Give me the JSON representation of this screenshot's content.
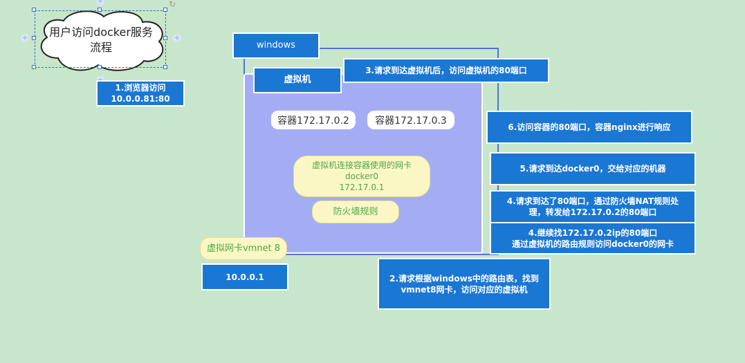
{
  "title": {
    "line1": "用户访问docker服务",
    "line2": "流程"
  },
  "windows_label": "windows",
  "vm_label": "虚拟机",
  "containers": [
    {
      "label": "容器172.17.0.2"
    },
    {
      "label": "容器172.17.0.3"
    }
  ],
  "docker0": {
    "line1": "虚拟机连接容器使用的网卡",
    "line2": "docker0",
    "line3": "172.17.0.1"
  },
  "firewall_label": "防火墙规则",
  "vmnet": {
    "label": "虚拟网卡vmnet 8",
    "ip": "10.0.0.1"
  },
  "steps": {
    "s1": {
      "line1": "1.浏览器访问",
      "line2": "10.0.0.81:80"
    },
    "s2": {
      "line1": "2.请求根据windows中的路由表，找到",
      "line2": "vmnet8网卡，访问对应的虚拟机"
    },
    "s3": {
      "line1": "3.请求到达虚拟机后，访问虚拟机的80端口"
    },
    "s4a": {
      "line1": "4.请求到达了80端口，通过防火墙NAT规则处",
      "line2": "理，转发给172.17.0.2的80端口"
    },
    "s4b": {
      "line1": "4.继续找172.17.0.2ip的80端口",
      "line2": "通过虚拟机的路由规则访问docker0的网卡"
    },
    "s5": {
      "line1": "5.请求到达docker0，交给对应的机器"
    },
    "s6": {
      "line1": "6.访问容器的80端口，容器nginx进行响应"
    }
  },
  "colors": {
    "background": "#c8e6cb",
    "step_box": "#1a77d3",
    "vm_fill": "#a4adf4",
    "pill_yellow": "#fbf7c4",
    "outline": "#4e72d6"
  },
  "icons": [
    "selection-handle",
    "add-connection-icon",
    "rotate-icon",
    "cloud-shape"
  ]
}
